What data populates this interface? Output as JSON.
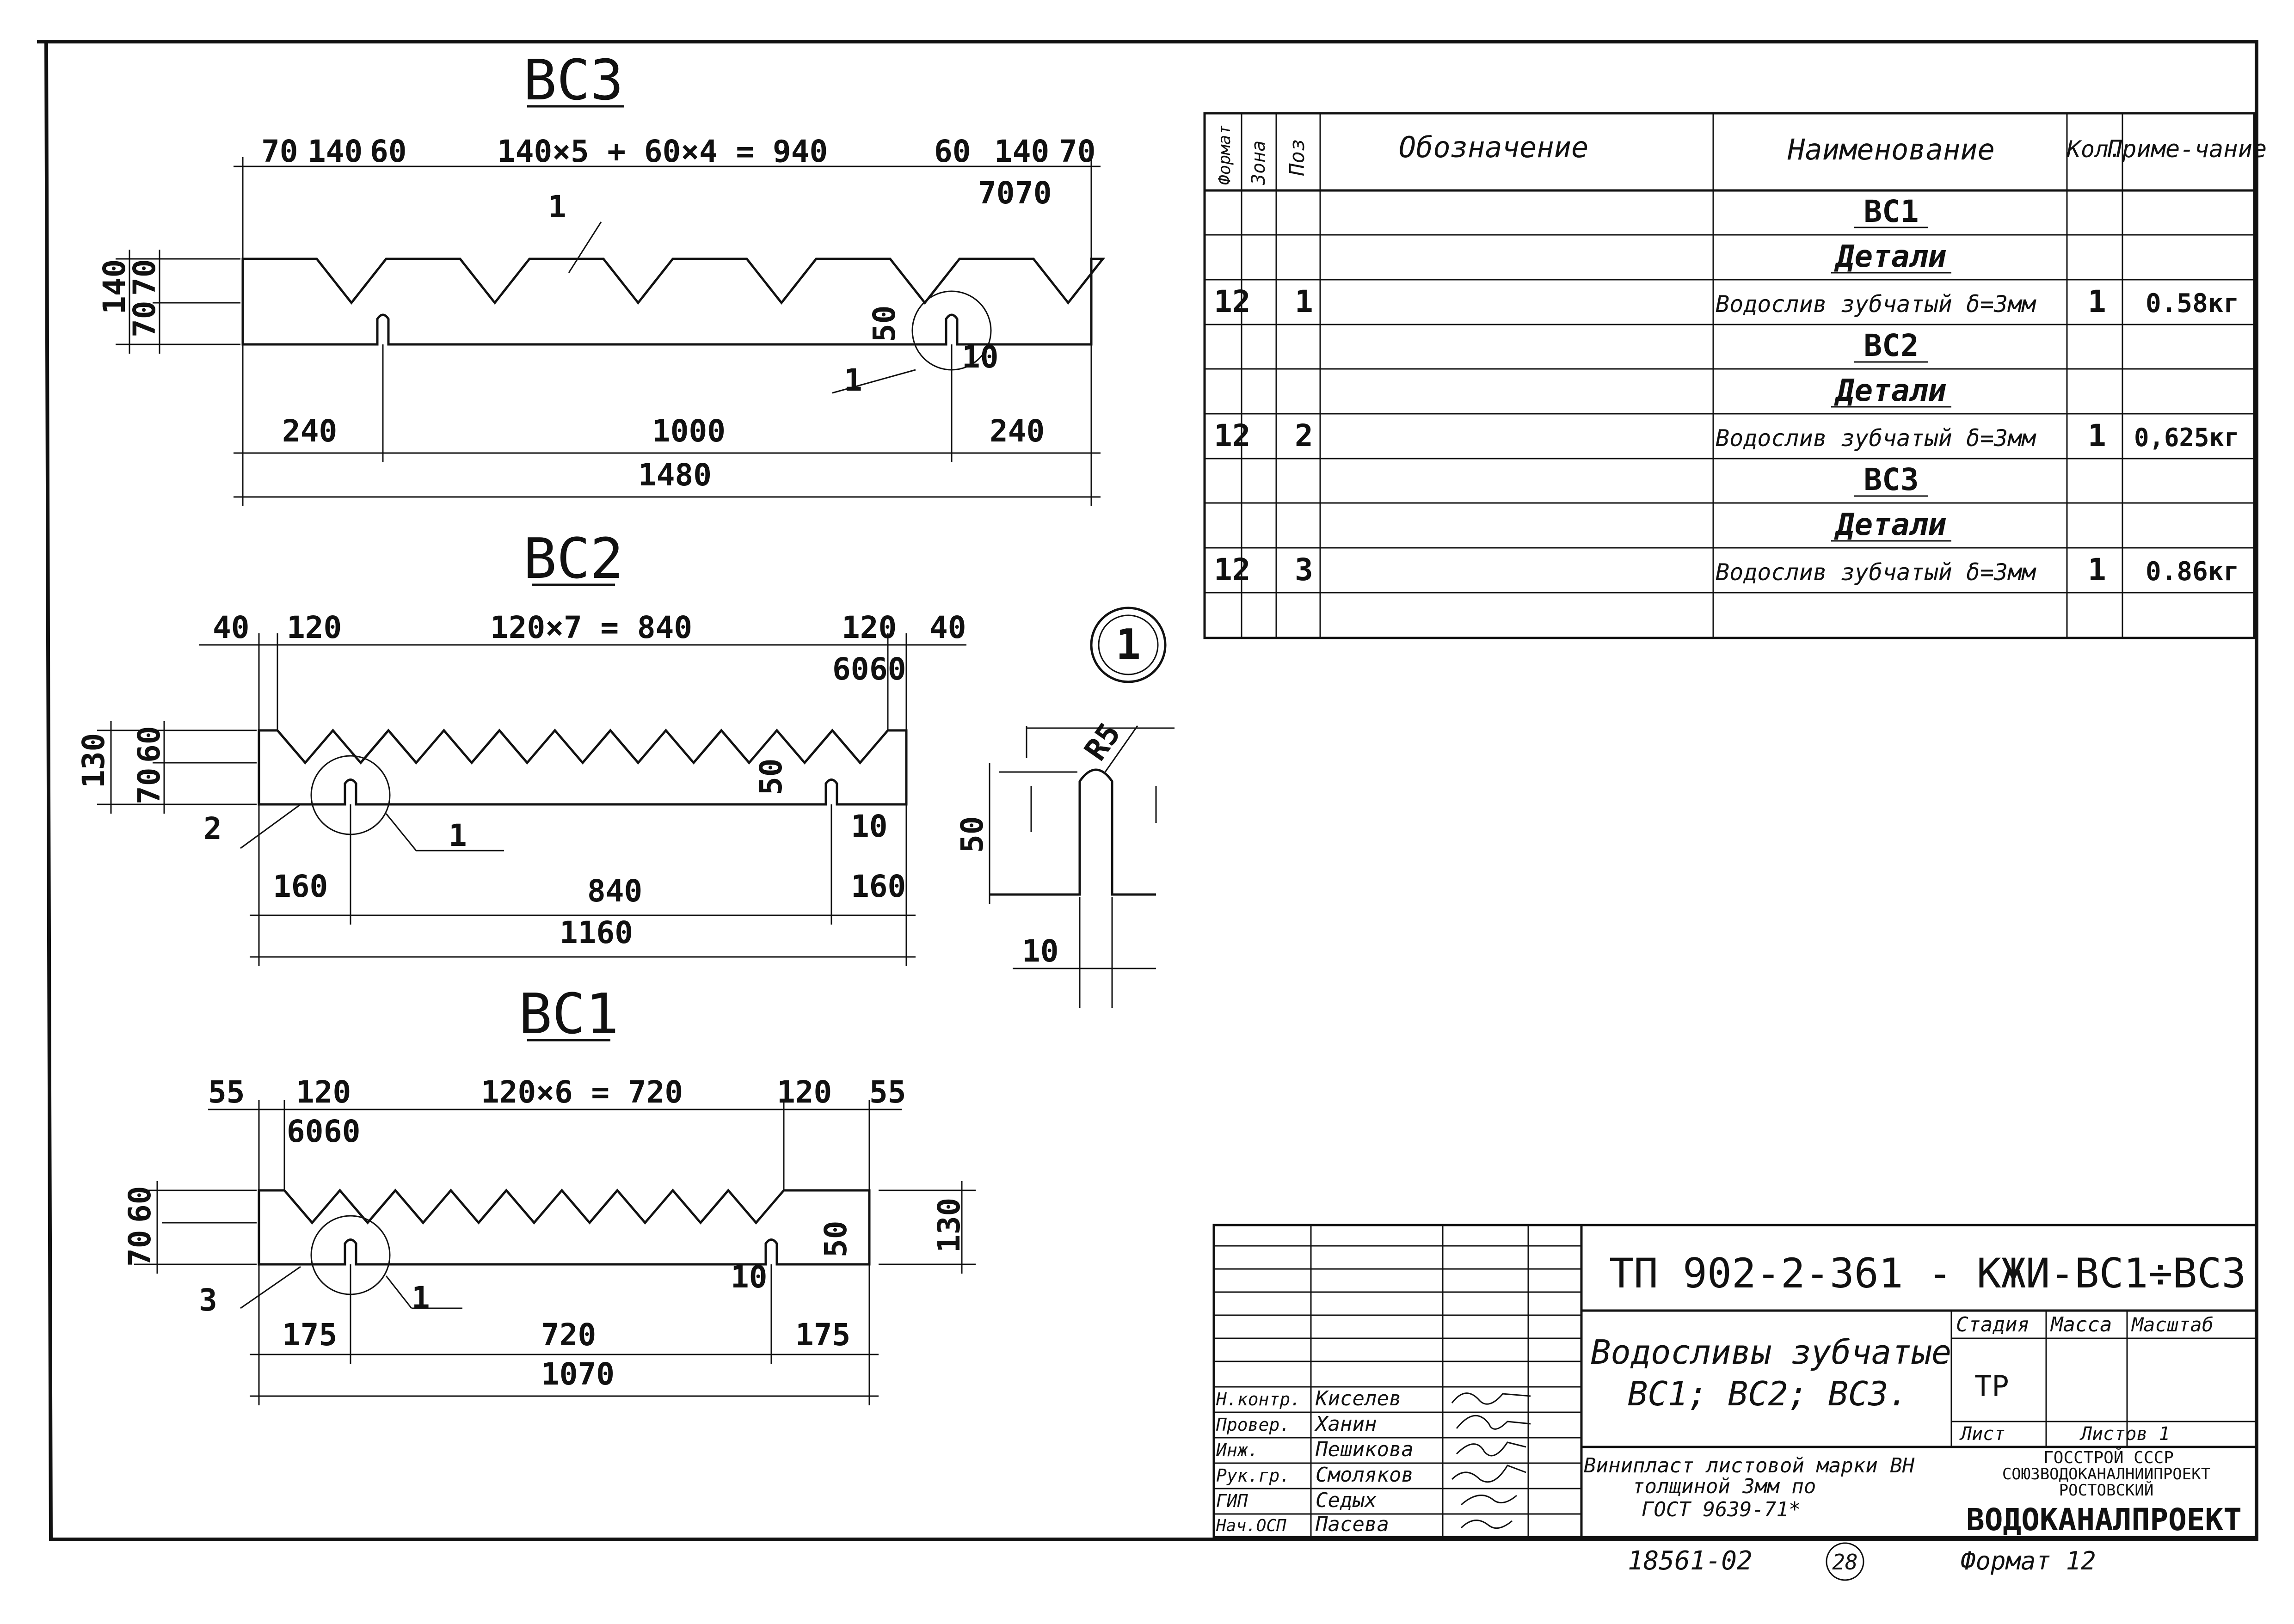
{
  "views": {
    "bc3": {
      "title": "ВС3",
      "top_dims": [
        "70",
        "140",
        "60",
        "140×5 + 60×4 = 940",
        "60",
        "140",
        "70"
      ],
      "sub_dims": [
        "70",
        "70"
      ],
      "height_dims": [
        "140",
        "70",
        "70"
      ],
      "detail_dims": [
        "50",
        "10"
      ],
      "bottom_dims": [
        "240",
        "1000",
        "240"
      ],
      "overall": "1480",
      "callouts": [
        "1",
        "1"
      ]
    },
    "bc2": {
      "title": "ВС2",
      "top_dims": [
        "40",
        "120",
        "120×7 = 840",
        "120",
        "40"
      ],
      "sub_dims": [
        "60",
        "60"
      ],
      "height_dims": [
        "130",
        "70",
        "60"
      ],
      "detail_dims": [
        "50",
        "10"
      ],
      "bottom_dims": [
        "160",
        "840",
        "160"
      ],
      "overall": "1160",
      "callouts": [
        "2",
        "1"
      ]
    },
    "bc1": {
      "title": "ВС1",
      "top_dims": [
        "55",
        "120",
        "120×6 = 720",
        "120",
        "55"
      ],
      "sub_dims": [
        "60",
        "60"
      ],
      "height_dims": [
        "70",
        "60",
        "130"
      ],
      "detail_dims": [
        "50",
        "10"
      ],
      "bottom_dims": [
        "175",
        "720",
        "175"
      ],
      "overall": "1070",
      "callouts": [
        "3",
        "1"
      ]
    },
    "detail": {
      "marker": "1",
      "radius": "R5",
      "height": "50",
      "width": "10"
    }
  },
  "spec": {
    "headers": [
      "Формат",
      "Зона",
      "Поз",
      "Обозначение",
      "Наименование",
      "Кол.",
      "Приме-чание"
    ],
    "rows": [
      {
        "format": "",
        "pos": "",
        "name": "ВС1",
        "qty": "",
        "note": "",
        "type": "heading"
      },
      {
        "format": "",
        "pos": "",
        "name": "Детали",
        "qty": "",
        "note": "",
        "type": "heading"
      },
      {
        "format": "12",
        "pos": "1",
        "name": "Водослив зубчатый δ=3мм",
        "qty": "1",
        "note": "0.58кг",
        "type": "item"
      },
      {
        "format": "",
        "pos": "",
        "name": "ВС2",
        "qty": "",
        "note": "",
        "type": "heading"
      },
      {
        "format": "",
        "pos": "",
        "name": "Детали",
        "qty": "",
        "note": "",
        "type": "heading"
      },
      {
        "format": "12",
        "pos": "2",
        "name": "Водослив зубчатый δ=3мм",
        "qty": "1",
        "note": "0,625кг",
        "type": "item"
      },
      {
        "format": "",
        "pos": "",
        "name": "ВС3",
        "qty": "",
        "note": "",
        "type": "heading"
      },
      {
        "format": "",
        "pos": "",
        "name": "Детали",
        "qty": "",
        "note": "",
        "type": "heading"
      },
      {
        "format": "12",
        "pos": "3",
        "name": "Водослив зубчатый δ=3мм",
        "qty": "1",
        "note": "0.86кг",
        "type": "item"
      },
      {
        "format": "",
        "pos": "",
        "name": "",
        "qty": "",
        "note": "",
        "type": "empty"
      }
    ]
  },
  "title_block": {
    "doc_code": "ТП 902-2-361 - КЖИ-ВС1÷ВС3",
    "title_line1": "Водосливы зубчатые",
    "title_line2": "ВС1; ВС2; ВС3.",
    "material_line1": "Винипласт листовой марки ВН",
    "material_line2": "толщиной 3мм по",
    "material_line3": "ГОСТ 9639-71*",
    "stage_header": "Стадия",
    "mass_header": "Масса",
    "scale_header": "Масштаб",
    "stage": "ТР",
    "sheet_label": "Лист",
    "sheets_label": "Листов 1",
    "org_line1": "ГОССТРОЙ СССР",
    "org_line2": "СОЮЗВОДОКАНАЛНИИПРОЕКТ",
    "org_line3": "РОСТОВСКИЙ",
    "org_line4": "ВОДОКАНАЛПРОЕКТ",
    "signers": [
      {
        "role": "Н.контр.",
        "name": "Киселев"
      },
      {
        "role": "Провер.",
        "name": "Ханин"
      },
      {
        "role": "Инж.",
        "name": "Пешикова"
      },
      {
        "role": "Рук.гр.",
        "name": "Смоляков"
      },
      {
        "role": "ГИП",
        "name": "Седых"
      },
      {
        "role": "Нач.ОСП",
        "name": "Пасева"
      }
    ]
  },
  "footer": {
    "inventory": "18561-02",
    "page": "28",
    "format": "Формат 12"
  }
}
